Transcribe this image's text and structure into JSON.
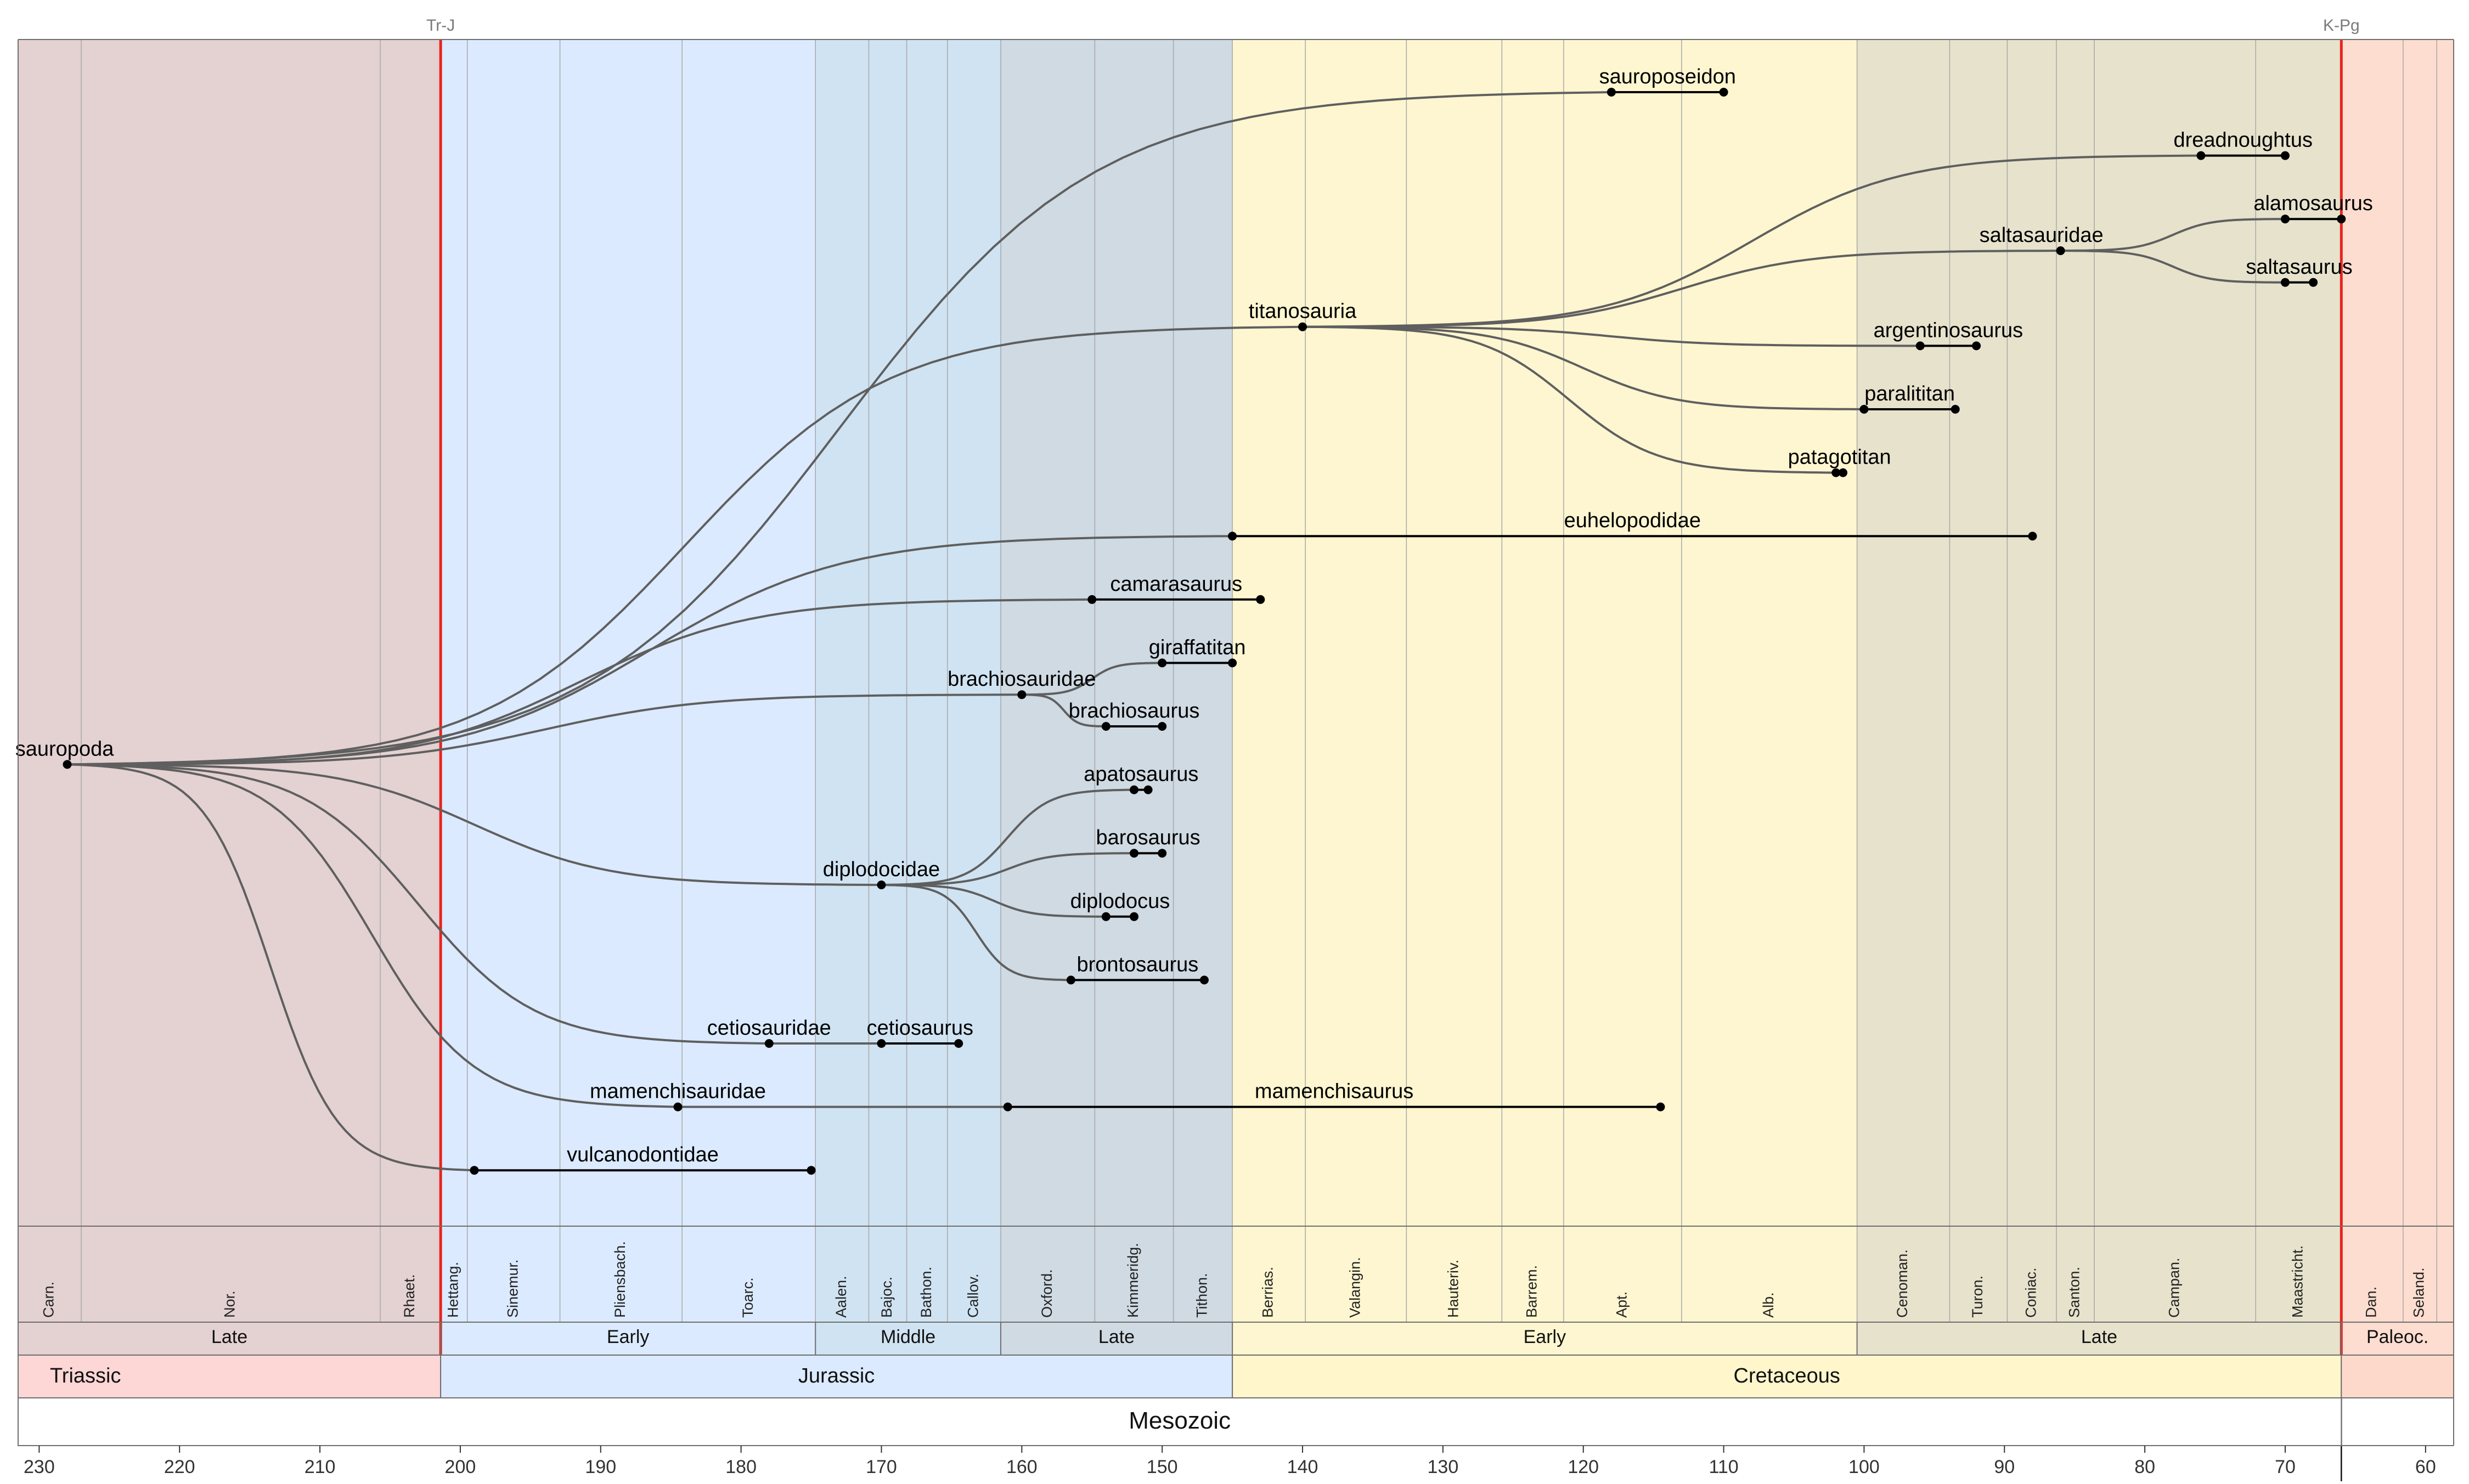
{
  "chart_data": {
    "type": "timeline-tree",
    "x_axis": {
      "range": [
        231.5,
        58.0
      ],
      "ticks": [
        230,
        220,
        210,
        200,
        190,
        180,
        170,
        160,
        150,
        140,
        130,
        120,
        110,
        100,
        90,
        80,
        70,
        60
      ],
      "reversed": true,
      "unit": ""
    },
    "boundaries": [
      {
        "label": "Tr-J",
        "age": 201.4,
        "color": "#e8231f"
      },
      {
        "label": "K-Pg",
        "age": 66.0,
        "color": "#e8231f"
      }
    ],
    "eras": [
      {
        "label": "Mesozoic",
        "start": 251.9,
        "end": 66.0,
        "color": "#ffffff"
      }
    ],
    "periods": [
      {
        "label": "Triassic",
        "start": 231.5,
        "end": 201.4,
        "color": "#fdd6d6"
      },
      {
        "label": "Jurassic",
        "start": 201.4,
        "end": 145.0,
        "color": "#dbeafe"
      },
      {
        "label": "Cretaceous",
        "start": 145.0,
        "end": 66.0,
        "color": "#fff6cc"
      },
      {
        "label": "",
        "start": 66.0,
        "end": 58.0,
        "color": "#fdd9cc"
      }
    ],
    "epochs": [
      {
        "label": "Late",
        "start": 231.5,
        "end": 201.4,
        "color": "#e4d1d1"
      },
      {
        "label": "Early",
        "start": 201.4,
        "end": 174.7,
        "color": "#dbeafe"
      },
      {
        "label": "Middle",
        "start": 174.7,
        "end": 161.5,
        "color": "#d0e3f2"
      },
      {
        "label": "Late",
        "start": 161.5,
        "end": 145.0,
        "color": "#cfdae3"
      },
      {
        "label": "Early",
        "start": 145.0,
        "end": 100.5,
        "color": "#fef6d0"
      },
      {
        "label": "Late",
        "start": 100.5,
        "end": 66.0,
        "color": "#e6e2cc"
      },
      {
        "label": "Paleoc.",
        "start": 66.0,
        "end": 58.0,
        "color": "#fdddd0"
      }
    ],
    "stages": [
      {
        "label": "Carn.",
        "start": 231.5,
        "end": 227.0
      },
      {
        "label": "Nor.",
        "start": 227.0,
        "end": 205.7
      },
      {
        "label": "Rhaet.",
        "start": 205.7,
        "end": 201.4
      },
      {
        "label": "Hettang.",
        "start": 201.4,
        "end": 199.5
      },
      {
        "label": "Sinemur.",
        "start": 199.5,
        "end": 192.9
      },
      {
        "label": "Pliensbach.",
        "start": 192.9,
        "end": 184.2
      },
      {
        "label": "Toarc.",
        "start": 184.2,
        "end": 174.7
      },
      {
        "label": "Aalen.",
        "start": 174.7,
        "end": 170.9
      },
      {
        "label": "Bajoc.",
        "start": 170.9,
        "end": 168.2
      },
      {
        "label": "Bathon.",
        "start": 168.2,
        "end": 165.3
      },
      {
        "label": "Callov.",
        "start": 165.3,
        "end": 161.5
      },
      {
        "label": "Oxford.",
        "start": 161.5,
        "end": 154.8
      },
      {
        "label": "Kimmeridg.",
        "start": 154.8,
        "end": 149.2
      },
      {
        "label": "Tithon.",
        "start": 149.2,
        "end": 145.0
      },
      {
        "label": "Berrias.",
        "start": 145.0,
        "end": 139.8
      },
      {
        "label": "Valangin.",
        "start": 139.8,
        "end": 132.6
      },
      {
        "label": "Hauteriv.",
        "start": 132.6,
        "end": 125.8
      },
      {
        "label": "Barrem.",
        "start": 125.8,
        "end": 121.4
      },
      {
        "label": "Apt.",
        "start": 121.4,
        "end": 113.0
      },
      {
        "label": "Alb.",
        "start": 113.0,
        "end": 100.5
      },
      {
        "label": "Cenoman.",
        "start": 100.5,
        "end": 93.9
      },
      {
        "label": "Turon.",
        "start": 93.9,
        "end": 89.8
      },
      {
        "label": "Coniac.",
        "start": 89.8,
        "end": 86.3
      },
      {
        "label": "Santon.",
        "start": 86.3,
        "end": 83.6
      },
      {
        "label": "Campan.",
        "start": 83.6,
        "end": 72.1
      },
      {
        "label": "Maastricht.",
        "start": 72.1,
        "end": 66.0
      },
      {
        "label": "Dan.",
        "start": 66.0,
        "end": 61.6
      },
      {
        "label": "Seland.",
        "start": 61.6,
        "end": 59.2
      },
      {
        "label": "",
        "start": 59.2,
        "end": 58.0
      }
    ],
    "nodes": [
      {
        "id": "sauropoda",
        "label": "sauropoda",
        "first": 228.0,
        "last": null,
        "row": 10.6,
        "parent": null
      },
      {
        "id": "sauroposeidon",
        "label": "sauroposeidon",
        "first": 118.0,
        "last": 110.0,
        "row": 0.0,
        "parent": "sauropoda"
      },
      {
        "id": "dreadnoughtus",
        "label": "dreadnoughtus",
        "first": 76.0,
        "last": 70.0,
        "row": 1.0,
        "parent": "titanosauria"
      },
      {
        "id": "alamosaurus",
        "label": "alamosaurus",
        "first": 70.0,
        "last": 66.0,
        "row": 2.0,
        "parent": "saltasauridae"
      },
      {
        "id": "saltasauridae",
        "label": "saltasauridae",
        "first": 86.0,
        "last": null,
        "row": 2.5,
        "parent": "titanosauria"
      },
      {
        "id": "saltasaurus",
        "label": "saltasaurus",
        "first": 70.0,
        "last": 68.0,
        "row": 3.0,
        "parent": "saltasauridae"
      },
      {
        "id": "titanosauria",
        "label": "titanosauria",
        "first": 140.0,
        "last": null,
        "row": 3.7,
        "parent": "sauropoda"
      },
      {
        "id": "argentinosaurus",
        "label": "argentinosaurus",
        "first": 96.0,
        "last": 92.0,
        "row": 4.0,
        "parent": "titanosauria"
      },
      {
        "id": "paralititan",
        "label": "paralititan",
        "first": 100.0,
        "last": 93.5,
        "row": 5.0,
        "parent": "titanosauria"
      },
      {
        "id": "patagotitan",
        "label": "patagotitan",
        "first": 102.0,
        "last": 101.5,
        "row": 6.0,
        "parent": "titanosauria"
      },
      {
        "id": "euhelopodidae",
        "label": "euhelopodidae",
        "first": 145.0,
        "last": 88.0,
        "row": 7.0,
        "parent": "sauropoda"
      },
      {
        "id": "camarasaurus",
        "label": "camarasaurus",
        "first": 155.0,
        "last": 143.0,
        "row": 8.0,
        "parent": "sauropoda"
      },
      {
        "id": "giraffatitan",
        "label": "giraffatitan",
        "first": 150.0,
        "last": 145.0,
        "row": 9.0,
        "parent": "brachiosauridae"
      },
      {
        "id": "brachiosauridae",
        "label": "brachiosauridae",
        "first": 160.0,
        "last": null,
        "row": 9.5,
        "parent": "sauropoda"
      },
      {
        "id": "brachiosaurus",
        "label": "brachiosaurus",
        "first": 154.0,
        "last": 150.0,
        "row": 10.0,
        "parent": "brachiosauridae"
      },
      {
        "id": "apatosaurus",
        "label": "apatosaurus",
        "first": 152.0,
        "last": 151.0,
        "row": 11.0,
        "parent": "diplodocidae"
      },
      {
        "id": "barosaurus",
        "label": "barosaurus",
        "first": 152.0,
        "last": 150.0,
        "row": 12.0,
        "parent": "diplodocidae"
      },
      {
        "id": "diplodocidae",
        "label": "diplodocidae",
        "first": 170.0,
        "last": null,
        "row": 12.5,
        "parent": "sauropoda"
      },
      {
        "id": "diplodocus",
        "label": "diplodocus",
        "first": 154.0,
        "last": 152.0,
        "row": 13.0,
        "parent": "diplodocidae"
      },
      {
        "id": "brontosaurus",
        "label": "brontosaurus",
        "first": 156.5,
        "last": 147.0,
        "row": 14.0,
        "parent": "diplodocidae"
      },
      {
        "id": "cetiosauridae",
        "label": "cetiosauridae",
        "first": 178.0,
        "last": null,
        "row": 15.0,
        "parent": "sauropoda"
      },
      {
        "id": "cetiosaurus",
        "label": "cetiosaurus",
        "first": 170.0,
        "last": 164.5,
        "row": 15.0,
        "parent": "cetiosauridae"
      },
      {
        "id": "mamenchisauridae",
        "label": "mamenchisauridae",
        "first": 184.5,
        "last": null,
        "row": 16.0,
        "parent": "sauropoda"
      },
      {
        "id": "mamenchisaurus",
        "label": "mamenchisaurus",
        "first": 161.0,
        "last": 114.5,
        "row": 16.0,
        "parent": "mamenchisauridae"
      },
      {
        "id": "vulcanodontidae",
        "label": "vulcanodontidae",
        "first": 199.0,
        "last": 175.0,
        "row": 17.0,
        "parent": "sauropoda"
      }
    ]
  }
}
